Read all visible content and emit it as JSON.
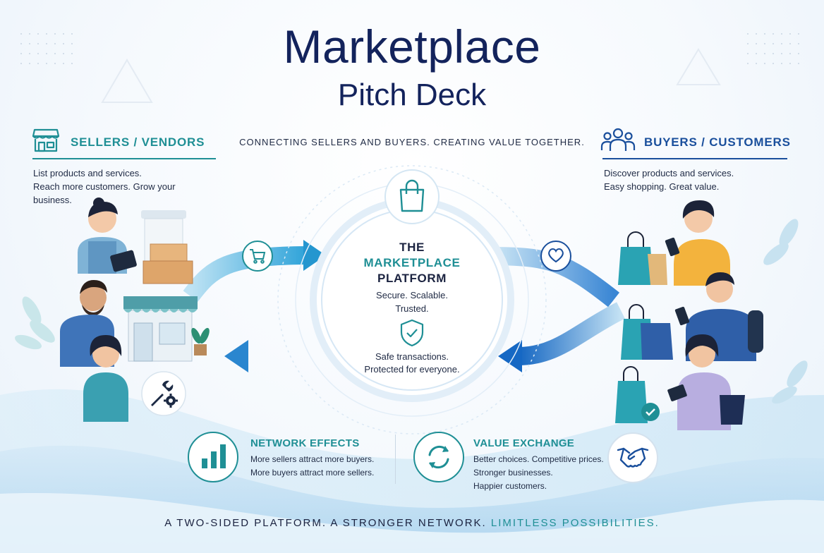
{
  "header": {
    "title": "Marketplace",
    "subtitle": "Pitch Deck",
    "tagline": "CONNECTING SELLERS AND BUYERS. CREATING VALUE TOGETHER."
  },
  "sellers": {
    "heading": "SELLERS / VENDORS",
    "lines": [
      "List products and services.",
      "Reach more customers. Grow your",
      "business."
    ]
  },
  "buyers": {
    "heading": "BUYERS / CUSTOMERS",
    "lines": [
      "Discover products and services.",
      "Easy shopping. Great value."
    ]
  },
  "platform": {
    "title_line1": "THE",
    "title_line2": "MARKETPLACE",
    "title_line3": "PLATFORM",
    "desc_line1": "Secure. Scalable.",
    "desc_line2": "Trusted.",
    "safety_line1": "Safe transactions.",
    "safety_line2": "Protected for everyone."
  },
  "features": {
    "network": {
      "heading": "NETWORK EFFECTS",
      "line1": "More sellers attract more buyers.",
      "line2": "More buyers attract more sellers."
    },
    "value": {
      "heading": "VALUE EXCHANGE",
      "line1": "Better choices. Competitive prices.",
      "line2": "Stronger businesses.",
      "line3": "Happier customers."
    }
  },
  "footer": {
    "part1": "A TWO-SIDED PLATFORM. A STRONGER NETWORK. ",
    "part2": "LIMITLESS POSSIBILITIES."
  },
  "colors": {
    "navy": "#13235c",
    "teal": "#1f8f95",
    "blue": "#1a4f9c",
    "arrow_light": "#7cc6e8",
    "arrow_dark": "#1b6fc0"
  },
  "icons": [
    "store-icon",
    "people-icon",
    "cart-icon",
    "heart-icon",
    "shopping-bag-icon",
    "shield-check-icon",
    "bar-chart-icon",
    "refresh-icon",
    "handshake-icon",
    "wrench-gear-icon"
  ]
}
